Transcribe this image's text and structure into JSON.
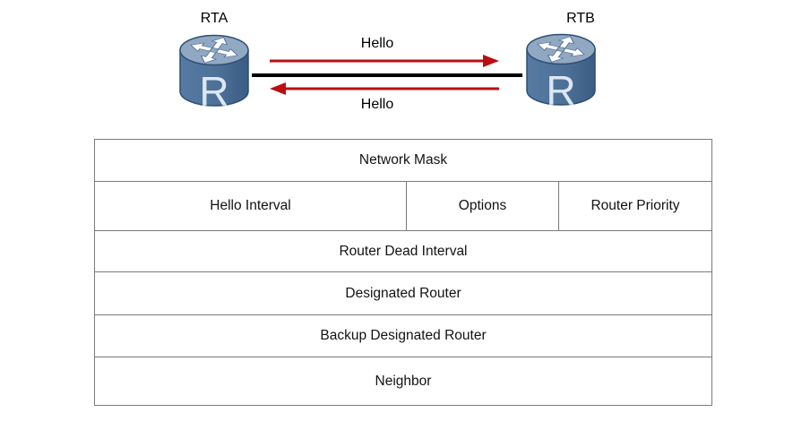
{
  "diagram": {
    "router_a": {
      "label": "RTA",
      "letter": "R"
    },
    "router_b": {
      "label": "RTB",
      "letter": "R"
    },
    "hello_top": "Hello",
    "hello_bottom": "Hello",
    "colors": {
      "arrow_red": "#bb0e12",
      "link_black": "#000000",
      "router_body": "#4d7097",
      "router_top": "#90a8c2",
      "router_letter": "#dce7f3",
      "table_border": "#7b7b7b"
    }
  },
  "packet_table": {
    "rows": [
      {
        "cells": [
          "Network Mask"
        ]
      },
      {
        "cells": [
          "Hello Interval",
          "Options",
          "Router Priority"
        ]
      },
      {
        "cells": [
          "Router Dead Interval"
        ]
      },
      {
        "cells": [
          "Designated Router"
        ]
      },
      {
        "cells": [
          "Backup Designated Router"
        ]
      },
      {
        "cells": [
          "Neighbor"
        ]
      }
    ]
  }
}
